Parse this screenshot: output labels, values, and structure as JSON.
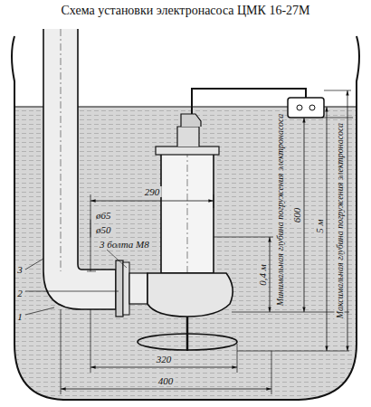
{
  "diagram": {
    "title": "Схема установки электронасоса ЦМК 16-27М",
    "labels": [
      "ø65",
      "ø50",
      "3 болта М8",
      "290",
      "320",
      "400",
      "0,4 м",
      "Минимальная глубина погружения электронасоса",
      "600",
      "5 м",
      "Максимальная глубина погружения электронасоса",
      "1",
      "2",
      "3"
    ]
  }
}
